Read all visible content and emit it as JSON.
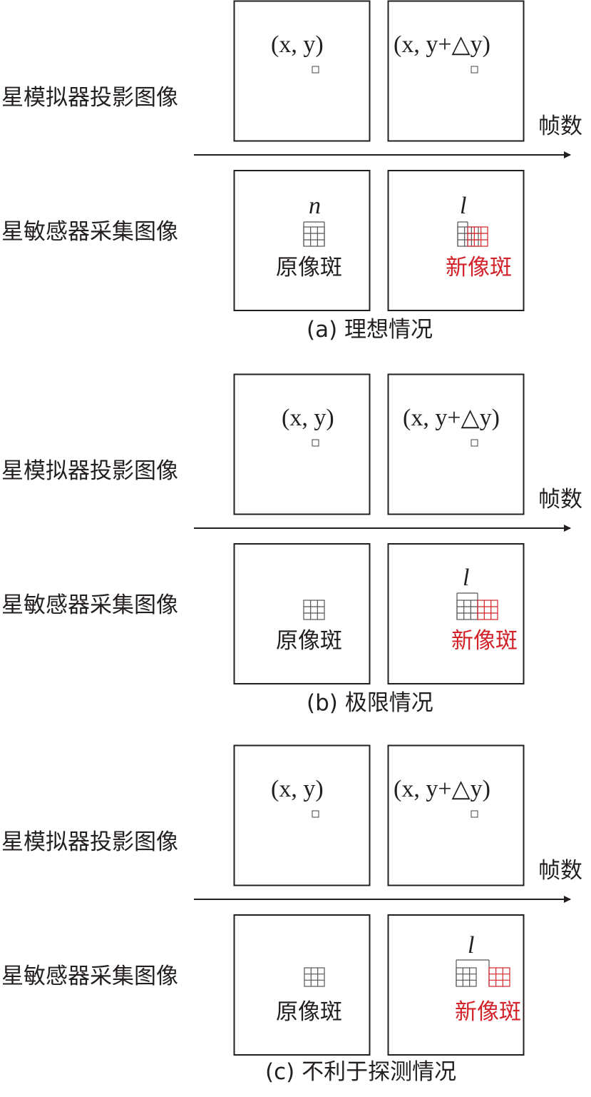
{
  "row_labels": {
    "projected": "星模拟器投影图像",
    "captured": "星敏感器采集图像"
  },
  "axis_label": "帧数",
  "coord_original": "(x, y)",
  "coord_shifted": "(x, y+△y)",
  "spot_original": "原像斑",
  "spot_new": "新像斑",
  "spot_width_symbol": "n",
  "shift_symbol": "l",
  "colors": {
    "line": "#231f20",
    "new_spot": "#d2232a",
    "grid": "#555555"
  },
  "panels": [
    {
      "caption": "(a) 理想情况",
      "case": "ideal"
    },
    {
      "caption": "(b) 极限情况",
      "case": "limit"
    },
    {
      "caption": "(c) 不利于探测情况",
      "case": "unfavorable"
    }
  ]
}
